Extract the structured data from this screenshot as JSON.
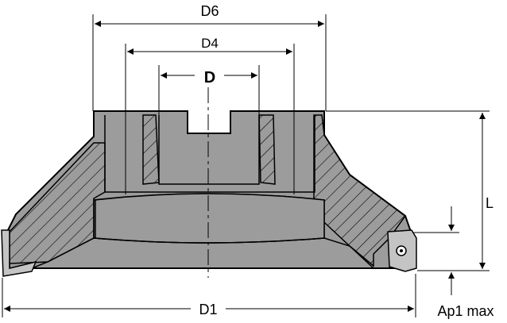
{
  "labels": {
    "d6": "D6",
    "d4": "D4",
    "d": "D",
    "l": "L",
    "d1": "D1",
    "ap1": "Ap1 max"
  },
  "colors": {
    "body": "#9c9c9c",
    "insert": "#c4c4c4",
    "line": "#000000",
    "background": "#ffffff"
  }
}
